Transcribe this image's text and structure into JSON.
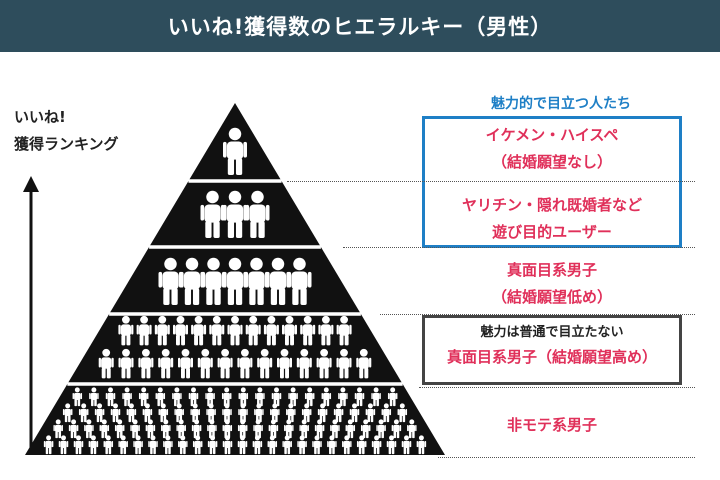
{
  "header": {
    "title": "いいね!獲得数のヒエラルキー（男性）"
  },
  "axis": {
    "line1": "いいね!",
    "line2": "獲得ランキング"
  },
  "attractive_label": "魅力的で目立つ人たち",
  "tiers": [
    {
      "line1": "イケメン・ハイスペ",
      "line2": "（結婚願望なし）"
    },
    {
      "line1": "ヤリチン・隠れ既婚者など",
      "line2": "遊び目的ユーザー"
    },
    {
      "line1": "真面目系男子",
      "line2": "（結婚願望低め）"
    },
    {
      "line1": "魅力は普通で目立たない",
      "line2": "真面目系男子（結婚願望高め）"
    },
    {
      "line1": "非モテ系男子"
    }
  ],
  "colors": {
    "header_bg": "#2e4d5c",
    "accent_blue": "#1e7fc6",
    "accent_pink": "#e0305a",
    "pyramid": "#111111"
  },
  "icons": {
    "person": "person-icon",
    "arrow": "arrow-up-icon"
  }
}
